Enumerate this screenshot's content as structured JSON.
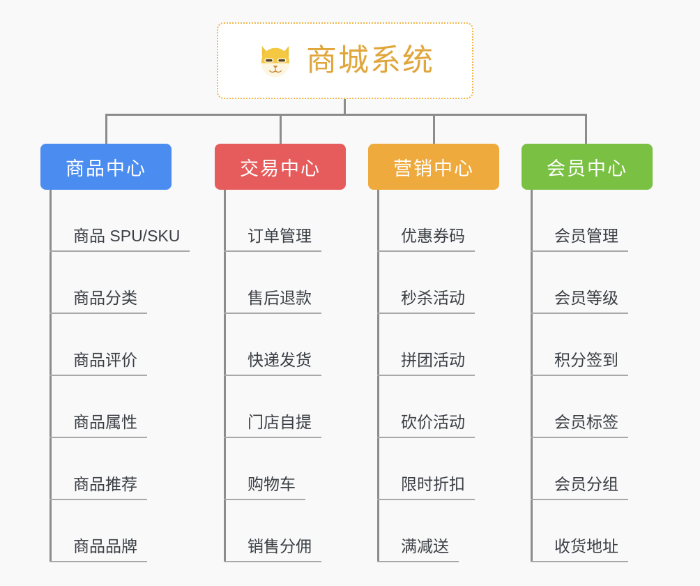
{
  "page": {
    "background_color": "#f9f9fa",
    "type": "mindmap-tree"
  },
  "root": {
    "icon": "shiba-dog-icon",
    "title": "商城系统",
    "border_color": "#efb74a",
    "text_color": "#e0a63c",
    "background_color": "#ffffff"
  },
  "connector": {
    "color": "#8c8c8c"
  },
  "columns": [
    {
      "id": "product-center",
      "header": "商品中心",
      "color": "#4a8cf0",
      "leaves": [
        "商品 SPU/SKU",
        "商品分类",
        "商品评价",
        "商品属性",
        "商品推荐",
        "商品品牌"
      ]
    },
    {
      "id": "trade-center",
      "header": "交易中心",
      "color": "#e65c5c",
      "leaves": [
        "订单管理",
        "售后退款",
        "快递发货",
        "门店自提",
        "购物车",
        "销售分佣"
      ]
    },
    {
      "id": "marketing-center",
      "header": "营销中心",
      "color": "#eeaa3c",
      "leaves": [
        "优惠券码",
        "秒杀活动",
        "拼团活动",
        "砍价活动",
        "限时折扣",
        "满减送"
      ]
    },
    {
      "id": "member-center",
      "header": "会员中心",
      "color": "#7ac143",
      "leaves": [
        "会员管理",
        "会员等级",
        "积分签到",
        "会员标签",
        "会员分组",
        "收货地址"
      ]
    }
  ]
}
